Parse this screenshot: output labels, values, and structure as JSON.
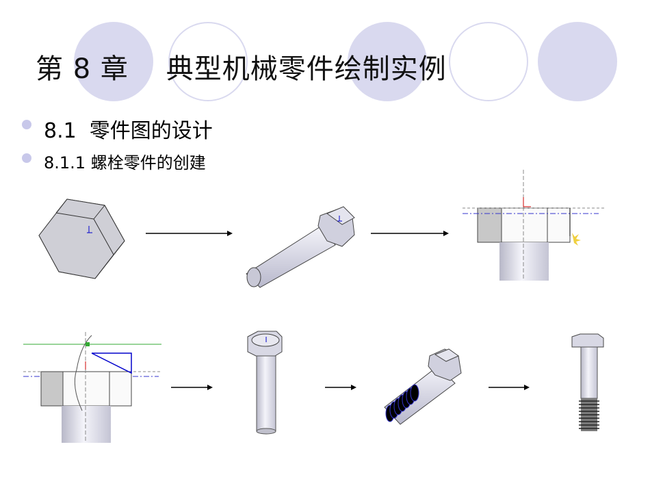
{
  "slide": {
    "title": "第 8 章    典型机械零件绘制实例",
    "bullets": [
      {
        "text": "8.1  零件图的设计"
      },
      {
        "text": "8.1.1 螺栓零件的创建"
      }
    ]
  },
  "colors": {
    "decor_circle": "#d9d9ef",
    "bullet": "#c8c8ea",
    "part_fill": "#d4d4e6",
    "part_dark": "#c0c0c0",
    "axis_red": "#cc0000",
    "axis_blue": "#0000cc",
    "sketch_green": "#33aa33"
  },
  "figures": [
    {
      "name": "hexagon-prism",
      "label": ""
    },
    {
      "name": "hex-bolt-cylinder",
      "label": ""
    },
    {
      "name": "sketch-front-view",
      "label": ""
    },
    {
      "name": "chamfer-sketch-view",
      "label": ""
    },
    {
      "name": "bolt-vertical",
      "label": ""
    },
    {
      "name": "bolt-with-thread",
      "label": ""
    },
    {
      "name": "bolt-threaded-final",
      "label": ""
    }
  ]
}
